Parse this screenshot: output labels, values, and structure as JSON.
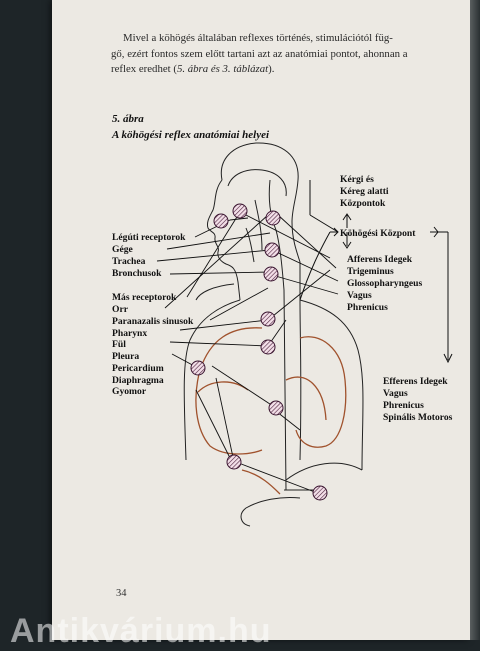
{
  "paragraph": {
    "line1": "Mivel a köhögés általában reflexes történés, stimulációtól füg-",
    "line2": "gő, ezért fontos szem előtt tartani azt az anatómiai pontot, ahonnan a",
    "line3_text": "reflex eredhet (",
    "line3_ref": "5. ábra és 3. táblázat",
    "line3_end": ")."
  },
  "figure": {
    "number": "5. ábra",
    "title": "A köhögési reflex anatómiai helyei",
    "left_labels": [
      "Légúti receptorok",
      "Gége",
      "Trachea",
      "Bronchusok",
      "Más receptorok",
      "Orr",
      "Paranazalis sinusok",
      "Pharynx",
      "Fül",
      "Pleura",
      "Pericardium",
      "Diaphragma",
      "Gyomor"
    ],
    "cortex_labels": [
      "Kérgi és",
      "Kéreg alatti",
      "Központok"
    ],
    "center_label": "Köhögési Központ",
    "afferent_labels": [
      "Afferens Idegek",
      "Trigeminus",
      "Glossopharyngeus",
      "Vagus",
      "Phrenicus"
    ],
    "efferent_labels": [
      "Efferens Idegek",
      "Vagus",
      "Phrenicus",
      "Spinális Motoros"
    ]
  },
  "page_number": "34",
  "watermark": "Antikvárium.hu"
}
